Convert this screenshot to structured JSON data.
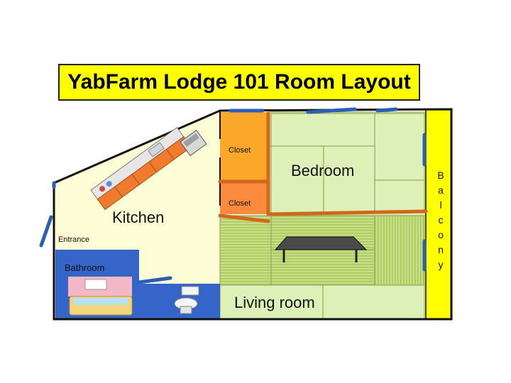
{
  "title": "YabFarm Lodge 101 Room Layout",
  "rooms": {
    "closet_top": "Closet",
    "closet_bottom": "Closet",
    "bedroom": "Bedroom",
    "kitchen": "Kitchen",
    "entrance": "Entrance",
    "bathroom": "Bathroom",
    "living_room": "Living room",
    "balcony": "Balcony"
  },
  "colors": {
    "title_bg": "#ffff00",
    "kitchen_floor": "#fdfdd6",
    "tatami": "#ddf0b8",
    "tatami_striped": "#b6d36a",
    "closet": "#fba72a",
    "bathroom": "#3565c9",
    "balcony": "#ffff00",
    "divider": "#d2661b",
    "window": "#2b5fb5"
  },
  "icons": [
    "kitchen-counter-icon",
    "refrigerator-icon",
    "bathtub-icon",
    "toilet-icon",
    "low-table-icon"
  ]
}
